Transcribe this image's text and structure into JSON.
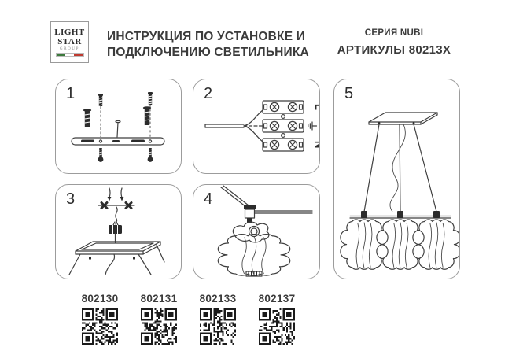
{
  "header": {
    "logo": {
      "line1": "LIGHT",
      "line2": "STAR",
      "line3": "GROUP"
    },
    "title": {
      "line1": "ИНСТРУКЦИЯ ПО УСТАНОВКЕ И",
      "line2": "ПОДКЛЮЧЕНИЮ СВЕТИЛЬНИКА"
    },
    "series": "СЕРИЯ NUBI",
    "articles_heading": "АРТИКУЛЫ 80213X"
  },
  "panels": [
    {
      "number": "1",
      "diagram": "ceiling-bracket-anchors-screws"
    },
    {
      "number": "2",
      "diagram": "terminal-block-wiring"
    },
    {
      "number": "3",
      "diagram": "canopy-ceiling-mounting"
    },
    {
      "number": "4",
      "diagram": "shade-cable-clamp"
    },
    {
      "number": "5",
      "diagram": "assembled-pendant-luminaire"
    }
  ],
  "wiring": {
    "live_label": "L",
    "neutral_label": "N",
    "earth_symbol": "earth-ground-icon"
  },
  "articles": [
    "802130",
    "802131",
    "802133",
    "802137"
  ],
  "colors": {
    "ink": "#3f3f3f",
    "dark_fill": "#2c2c2c",
    "panel_border": "#9c9c9c",
    "text": "#3b3b3b",
    "flag_green": "#3d7a3d",
    "flag_white": "#ffffff",
    "flag_red": "#bf3a30"
  }
}
